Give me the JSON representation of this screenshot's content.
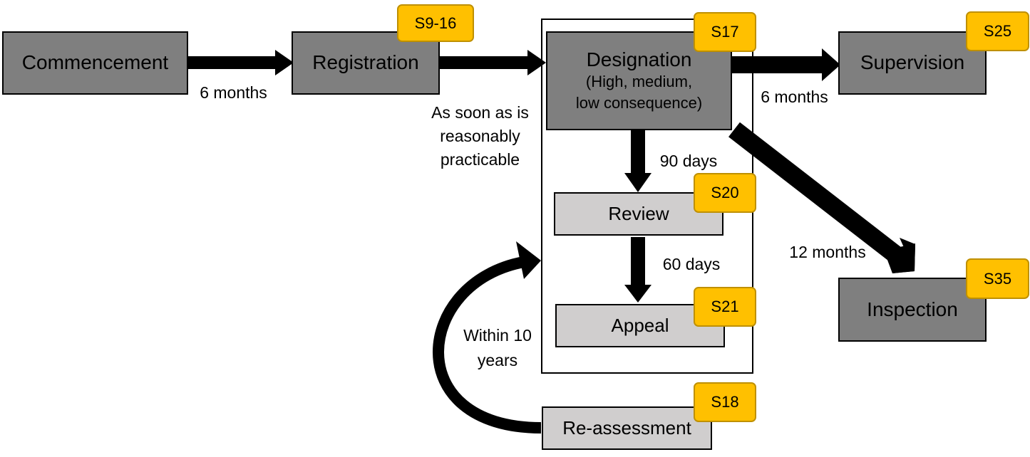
{
  "nodes": {
    "commencement": "Commencement",
    "registration": "Registration",
    "designation": "Designation",
    "designation_sub_1": "(High, medium,",
    "designation_sub_2": "low consequence)",
    "supervision": "Supervision",
    "review": "Review",
    "appeal": "Appeal",
    "inspection": "Inspection",
    "reassessment": "Re-assessment"
  },
  "badges": {
    "registration": "S9-16",
    "designation": "S17",
    "supervision": "S25",
    "review": "S20",
    "appeal": "S21",
    "inspection": "S35",
    "reassessment": "S18"
  },
  "edge_labels": {
    "commencement_to_registration": "6 months",
    "registration_to_designation_1": "As soon as is",
    "registration_to_designation_2": "reasonably",
    "registration_to_designation_3": "practicable",
    "designation_to_supervision": "6 months",
    "designation_to_review": "90 days",
    "review_to_appeal": "60 days",
    "designation_to_inspection": "12 months",
    "reassessment_to_designation_1": "Within 10",
    "reassessment_to_designation_2": "years"
  }
}
